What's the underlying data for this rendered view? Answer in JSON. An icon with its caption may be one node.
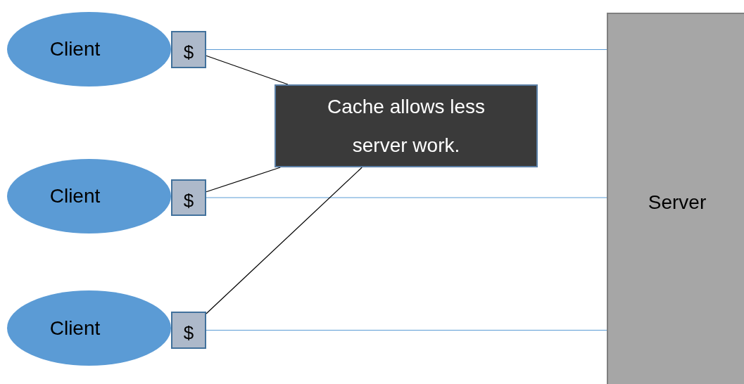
{
  "diagram": {
    "nodes": [
      {
        "text": [
          "Client"
        ]
      },
      {
        "text": [
          "$"
        ]
      },
      {
        "text": [
          "Client"
        ]
      },
      {
        "text": [
          "$"
        ]
      },
      {
        "text": [
          "Client"
        ]
      },
      {
        "text": [
          "$"
        ]
      },
      {
        "text": [
          "Cache allows less server work."
        ]
      },
      {
        "text": [
          "Server"
        ]
      }
    ],
    "edges": [
      {
        "from": 1,
        "to": 7,
        "arrow": "none",
        "color": "#5b9bd5"
      },
      {
        "from": 6,
        "to": 1,
        "arrow": "none",
        "color": "#000000"
      },
      {
        "from": 6,
        "to": 3,
        "arrow": "none",
        "color": "#000000"
      },
      {
        "from": 3,
        "to": 7,
        "arrow": "none",
        "color": "#5b9bd5"
      },
      {
        "from": 6,
        "to": 5,
        "arrow": "none",
        "color": "#000000"
      },
      {
        "from": 5,
        "to": 7,
        "arrow": "none",
        "color": "#5b9bd5"
      }
    ]
  }
}
